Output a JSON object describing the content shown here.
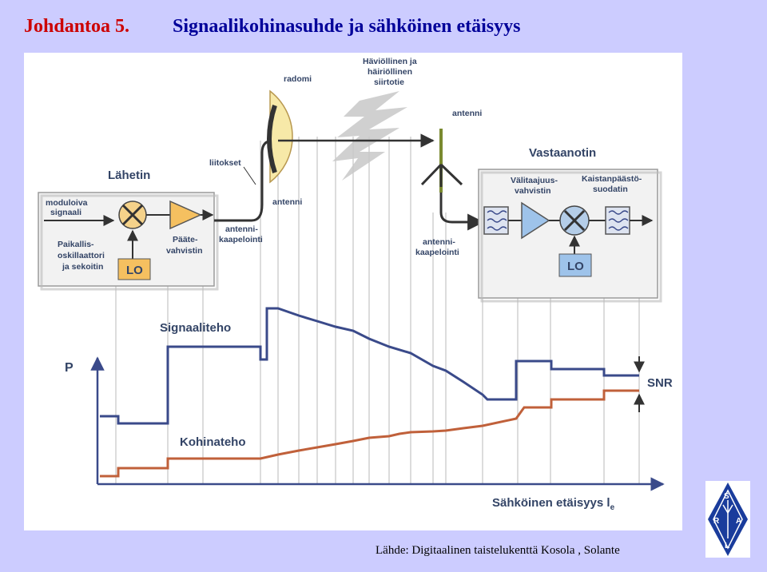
{
  "slide": {
    "title_number": "Johdantoa 5.",
    "title_text": "Signaalikohinasuhde ja sähköinen etäisyys",
    "source": "Lähde: Digitaalinen taistelukenttä Kosola , Solante"
  },
  "diagram": {
    "transmitter": "Lähetin",
    "modulating_signal": [
      "moduloiva",
      "signaali"
    ],
    "local_oscillator": [
      "Paikallis-",
      "oskillaattori",
      "ja sekoitin"
    ],
    "final_amplifier": [
      "Pääte-",
      "vahvistin"
    ],
    "lo_tx": "LO",
    "connections": "liitokset",
    "radome": "radomi",
    "lossy_transfer": [
      "Häviöllinen ja",
      "häiriöllinen",
      "siirtotie"
    ],
    "antenna_tx": "antenni",
    "cabling_tx": [
      "antenni-",
      "kaapelointi"
    ],
    "antenna_rx": "antenni",
    "cabling_rx": [
      "antenni-",
      "kaapelointi"
    ],
    "receiver": "Vastaanotin",
    "if_amplifier": [
      "Välitaajuus-",
      "vahvistin"
    ],
    "bandpass_filter": [
      "Kaistanpäästö-",
      "suodatin"
    ],
    "lo_rx": "LO",
    "signal_level": "Signaaliteho",
    "noise_level": "Kohinateho",
    "p_axis": "P",
    "snr": "SNR",
    "x_axis": "Sähköinen etäisyys l",
    "x_axis_sub": "e"
  },
  "colors": {
    "signal": "#3a4a8a",
    "noise": "#c0603a",
    "title_number": "#cc0000",
    "title_text": "#000099",
    "background": "#ccccff"
  },
  "logo": {
    "letters": [
      "S",
      "R",
      "A",
      "L"
    ]
  }
}
